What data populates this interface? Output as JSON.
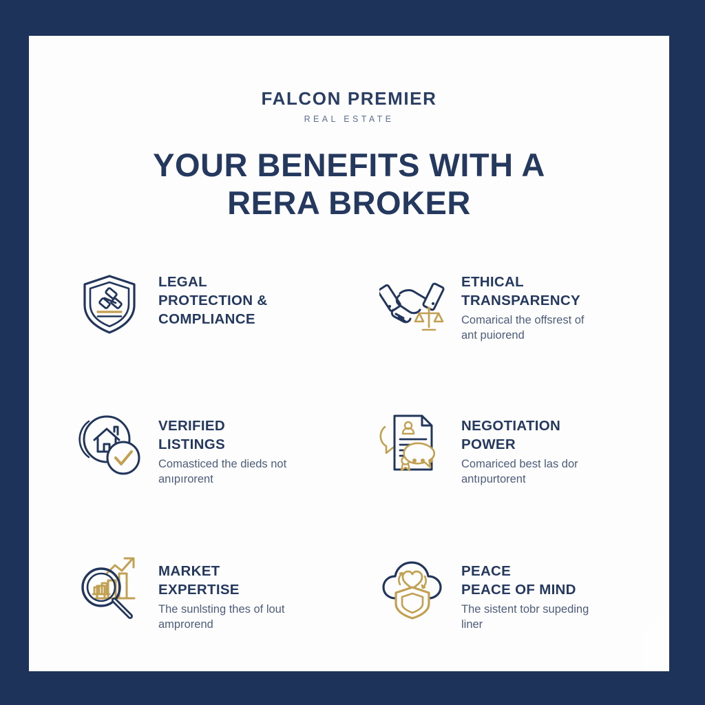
{
  "colors": {
    "page_border_navy": "#1e3359",
    "card_background": "#fdfdfe",
    "navy_title": "#25395f",
    "body_slate": "#4d5d79",
    "gold_accent": "#c2a052",
    "icon_navy": "#22365c"
  },
  "brand": {
    "name": "FALCON PREMIER",
    "tagline": "REAL ESTATE"
  },
  "headline": {
    "line1": "YOUR BENEFITS WITH A",
    "line2": "RERA BROKER"
  },
  "benefits": [
    {
      "icon": "shield-gavel-icon",
      "title": "LEGAL\nPROTECTION &\nCOMPLIANCE",
      "body": ""
    },
    {
      "icon": "handshake-scales-icon",
      "title": "ETHICAL\nTRANSPARENCY",
      "body": "Comarical the offsrest of\nant puiorend"
    },
    {
      "icon": "house-check-icon",
      "title": "VERIFIED\nLISTINGS",
      "body": "Comasticed the dieds not\nanıpırorent"
    },
    {
      "icon": "document-chat-icon",
      "title": "NEGOTIATION\nPOWER",
      "body": "Comariced best las dor\nantıpurtorent"
    },
    {
      "icon": "magnifier-chart-icon",
      "title": "MARKET\nEXPERTISE",
      "body": "The sunlsting thes of lout\namprorend"
    },
    {
      "icon": "cloud-heart-shield-icon",
      "title": "PEACE\nPEACE OF MIND",
      "body": "The sistent tobr supeding\nliner"
    }
  ]
}
